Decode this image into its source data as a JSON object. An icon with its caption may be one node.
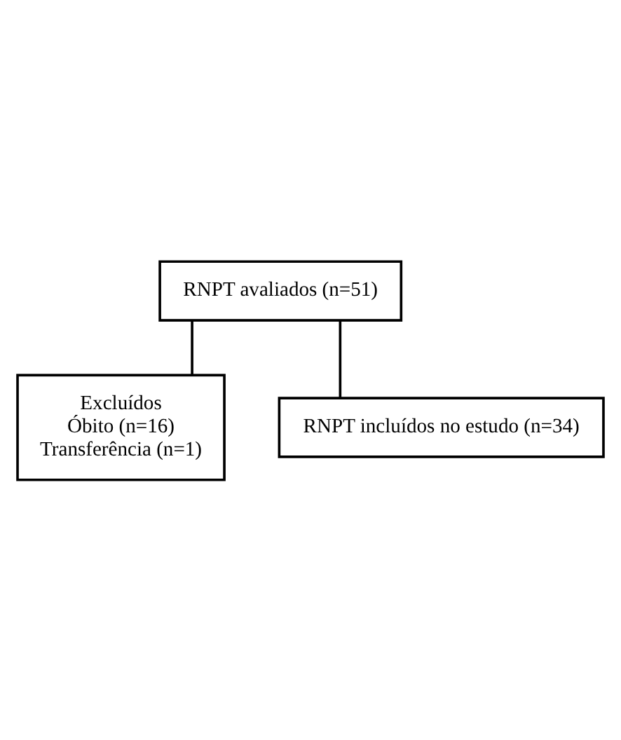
{
  "diagram": {
    "nodes": [
      {
        "text": [
          "RNPT avaliados (n=51)"
        ]
      },
      {
        "text": [
          "Excluídos",
          "Óbito (n=16)",
          "Transferência (n=1)"
        ]
      },
      {
        "text": [
          "RNPT incluídos no estudo (n=34)"
        ]
      }
    ],
    "edges": [
      {
        "from": 0,
        "to": 1,
        "arrow": "none"
      },
      {
        "from": 0,
        "to": 2,
        "arrow": "none"
      }
    ]
  }
}
